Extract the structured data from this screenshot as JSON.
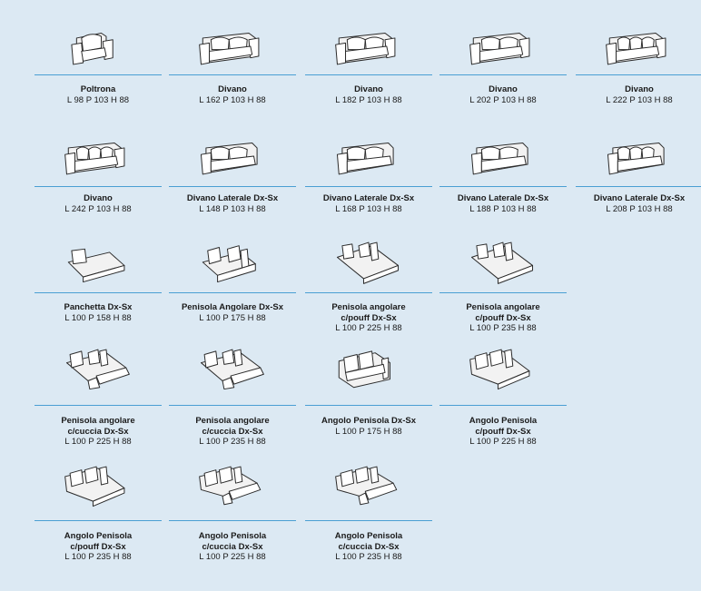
{
  "items": [
    {
      "name": "Poltrona",
      "dims": "L 98 P 103 H 88",
      "icon": "armchair-icon"
    },
    {
      "name": "Divano",
      "dims": "L 162 P 103 H 88",
      "icon": "sofa-2-seat-icon"
    },
    {
      "name": "Divano",
      "dims": "L 182 P 103 H 88",
      "icon": "sofa-2-seat-icon"
    },
    {
      "name": "Divano",
      "dims": "L 202 P 103 H 88",
      "icon": "sofa-2-seat-icon"
    },
    {
      "name": "Divano",
      "dims": "L 222 P 103 H 88",
      "icon": "sofa-3-seat-icon"
    },
    {
      "name": "Divano",
      "dims": "L 242 P 103 H 88",
      "icon": "sofa-3-seat-icon"
    },
    {
      "name": "Divano Laterale Dx-Sx",
      "dims": "L 148 P 103 H 88",
      "icon": "side-sofa-icon"
    },
    {
      "name": "Divano Laterale Dx-Sx",
      "dims": "L 168 P 103 H 88",
      "icon": "side-sofa-icon"
    },
    {
      "name": "Divano Laterale Dx-Sx",
      "dims": "L 188 P 103 H 88",
      "icon": "side-sofa-icon"
    },
    {
      "name": "Divano Laterale Dx-Sx",
      "dims": "L 208 P 103 H 88",
      "icon": "side-sofa-3-seat-icon"
    },
    {
      "name": "Panchetta Dx-Sx",
      "dims": "L 100 P 158 H 88",
      "icon": "bench-icon"
    },
    {
      "name": "Penisola Angolare Dx-Sx",
      "dims": "L 100 P 175 H 88",
      "icon": "corner-peninsula-icon"
    },
    {
      "name": "Penisola angolare",
      "name2": "c/pouff Dx-Sx",
      "dims": "L 100 P 225 H 88",
      "icon": "chaise-longue-icon"
    },
    {
      "name": "Penisola angolare",
      "name2": "c/pouff Dx-Sx",
      "dims": "L 100 P 235 H 88",
      "icon": "chaise-longue-icon"
    },
    {
      "name": "Penisola angolare",
      "name2": "c/cuccia Dx-Sx",
      "dims": "L 100 P 225 H 88",
      "icon": "chaise-drawer-icon"
    },
    {
      "name": "Penisola angolare",
      "name2": "c/cuccia Dx-Sx",
      "dims": "L 100 P 235 H 88",
      "icon": "chaise-drawer-icon"
    },
    {
      "name": "Angolo Penisola Dx-Sx",
      "dims": "L 100 P 175 H 88",
      "icon": "corner-sofa-icon"
    },
    {
      "name": "Angolo Penisola",
      "name2": "c/pouff Dx-Sx",
      "dims": "L 100 P 225 H 88",
      "icon": "corner-chaise-icon"
    },
    {
      "name": "Angolo Penisola",
      "name2": "c/pouff Dx-Sx",
      "dims": "L 100 P 235 H 88",
      "icon": "corner-chaise-icon"
    },
    {
      "name": "Angolo Penisola",
      "name2": "c/cuccia Dx-Sx",
      "dims": "L 100 P 225 H 88",
      "icon": "corner-drawer-icon"
    },
    {
      "name": "Angolo Penisola",
      "name2": "c/cuccia Dx-Sx",
      "dims": "L 100 P 235 H 88",
      "icon": "corner-drawer-icon"
    }
  ]
}
